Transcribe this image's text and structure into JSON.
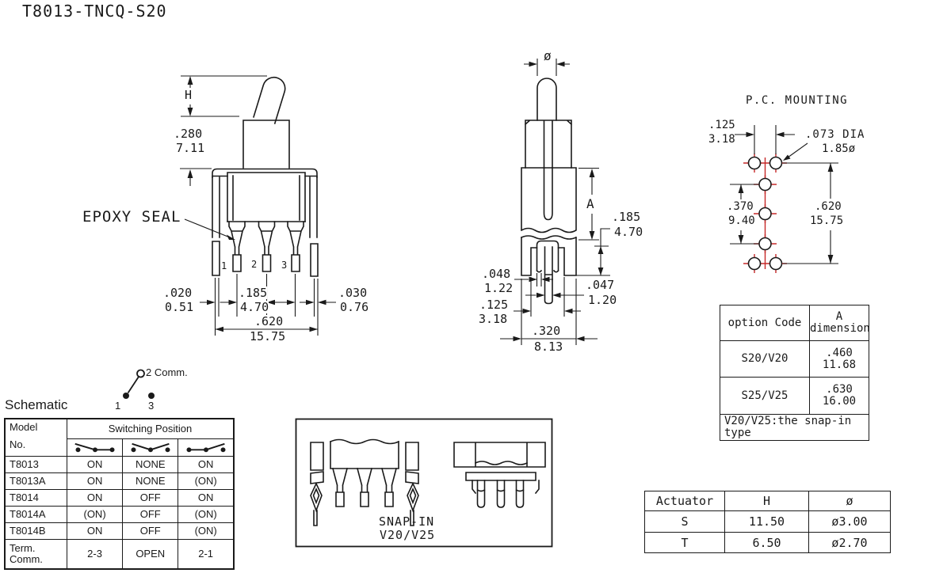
{
  "title": "T8013-TNCQ-S20",
  "side_view": {
    "h": "H",
    "d280": ".280",
    "d711": "7.11",
    "epoxy_seal": "EPOXY SEAL",
    "pins": [
      "1",
      "2",
      "3"
    ],
    "d020": ".020",
    "d051": "0.51",
    "d185": ".185",
    "d470": "4.70",
    "d030": ".030",
    "d076": "0.76",
    "d620": ".620",
    "d1575": "15.75"
  },
  "front_view": {
    "dia": "ø",
    "a": "A",
    "d185": ".185",
    "d470": "4.70",
    "d048": ".048",
    "d122": "1.22",
    "d047": ".047",
    "d120": "1.20",
    "d125": ".125",
    "d318": "3.18",
    "d320": ".320",
    "d813": "8.13"
  },
  "pc_mounting": {
    "title": "P.C. MOUNTING",
    "d125": ".125",
    "d318": "3.18",
    "dia_in": ".073 DIA",
    "dia_mm": "1.85ø",
    "d370": ".370",
    "d940": "9.40",
    "d620": ".620",
    "d1575": "15.75"
  },
  "option_table": {
    "header_col1": "option Code",
    "header_col2a": "A",
    "header_col2b": "dimension",
    "rows": [
      {
        "code": "S20/V20",
        "inch": ".460",
        "mm": "11.68"
      },
      {
        "code": "S25/V25",
        "inch": ".630",
        "mm": "16.00"
      }
    ],
    "note1": "V20/V25:the snap-in",
    "note2": "type"
  },
  "schematic": {
    "label": "Schematic",
    "comm": "2 Comm.",
    "t1": "1",
    "t3": "3"
  },
  "model_table": {
    "model": "Model",
    "no": "No.",
    "switching": "Switching Position",
    "rows": [
      [
        "T8013",
        "ON",
        "NONE",
        "ON"
      ],
      [
        "T8013A",
        "ON",
        "NONE",
        "(ON)"
      ],
      [
        "T8014",
        "ON",
        "OFF",
        "ON"
      ],
      [
        "T8014A",
        "(ON)",
        "OFF",
        "(ON)"
      ],
      [
        "T8014B",
        "ON",
        "OFF",
        "(ON)"
      ]
    ],
    "term1": "Term.",
    "term2": "Comm.",
    "term": [
      "2-3",
      "OPEN",
      "2-1"
    ]
  },
  "snap_in": {
    "line1": "SNAP-IN",
    "line2": "V20/V25"
  },
  "actuator_table": {
    "headers": [
      "Actuator",
      "H",
      "ø"
    ],
    "rows": [
      [
        "S",
        "11.50",
        "ø3.00"
      ],
      [
        "T",
        "6.50",
        "ø2.70"
      ]
    ]
  }
}
